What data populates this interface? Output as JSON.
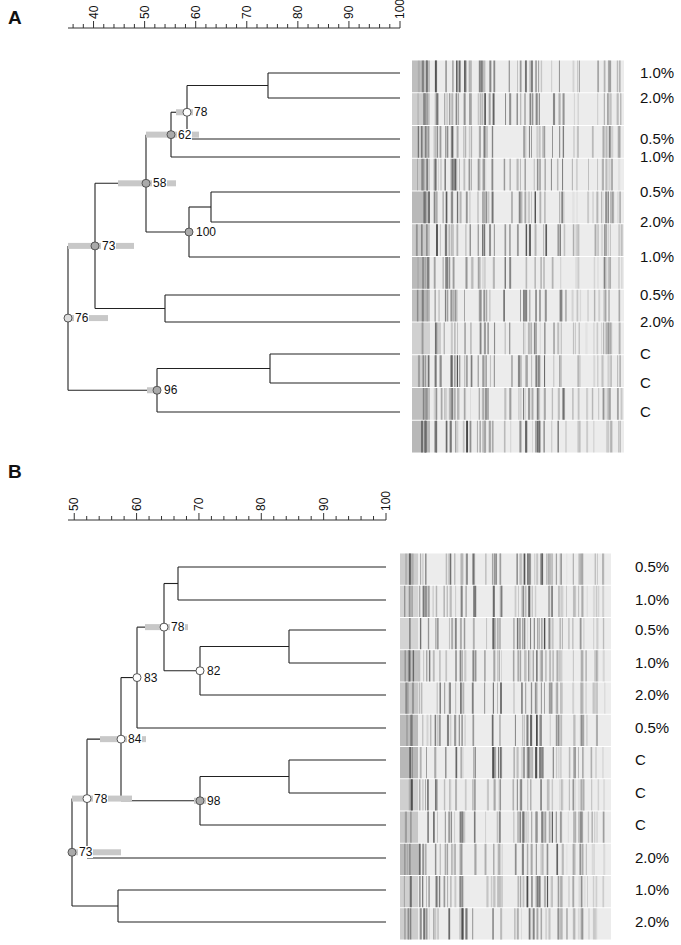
{
  "diagram": {
    "labels": [
      "A",
      "40",
      "50",
      "60",
      "70",
      "80",
      "90",
      "100",
      "78",
      "62",
      "58",
      "100",
      "73",
      "76",
      "96",
      "1.0%",
      "2.0%",
      "0.5%",
      "1.0%",
      "0.5%",
      "2.0%",
      "1.0%",
      "0.5%",
      "2.0%",
      "C",
      "C",
      "C",
      "B",
      "50",
      "60",
      "70",
      "80",
      "90",
      "100",
      "78",
      "82",
      "83",
      "84",
      "98",
      "78",
      "73",
      "0.5%",
      "1.0%",
      "0.5%",
      "1.0%",
      "2.0%",
      "0.5%",
      "C",
      "C",
      "C",
      "2.0%",
      "1.0%",
      "2.0%"
    ]
  }
}
